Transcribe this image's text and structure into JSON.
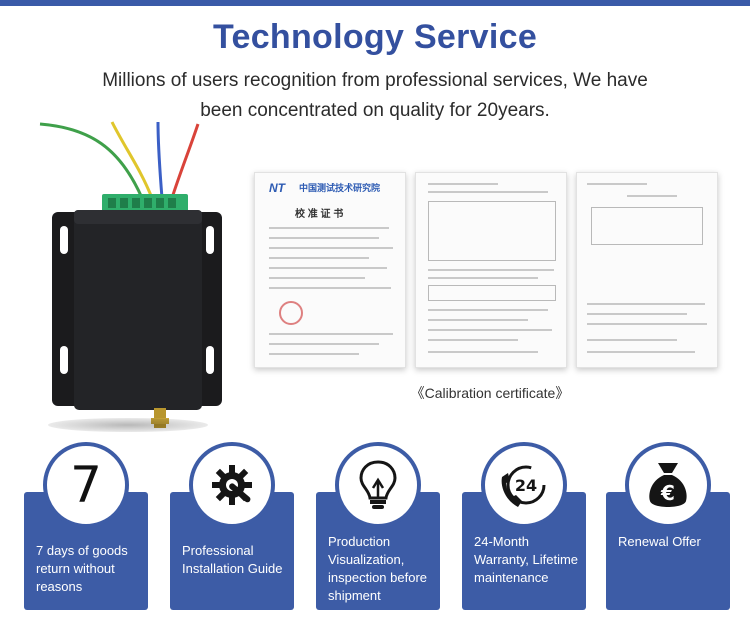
{
  "header": {
    "title": "Technology Service",
    "subtitle_line1": "Millions of users recognition from professional services, We have",
    "subtitle_line2": "been concentrated on quality for 20years."
  },
  "certificates": {
    "caption": "《Calibration certificate》",
    "cert1": {
      "logo": "NT",
      "org": "中国测试技术研究院",
      "heading": "校 准 证 书"
    }
  },
  "services": [
    {
      "icon": "number-seven",
      "number": "7",
      "label": "7 days of goods return without reasons"
    },
    {
      "icon": "gear-wrench-icon",
      "label": "Professional Installation Guide"
    },
    {
      "icon": "lightbulb-icon",
      "label": "Production Visualization, inspection before shipment"
    },
    {
      "icon": "phone-24-icon",
      "label": "24-Month Warranty, Lifetime maintenance"
    },
    {
      "icon": "euro-moneybag-icon",
      "label": "Renewal Offer"
    }
  ],
  "colors": {
    "brand_blue": "#3d5ca6",
    "title_blue": "#34509f"
  }
}
